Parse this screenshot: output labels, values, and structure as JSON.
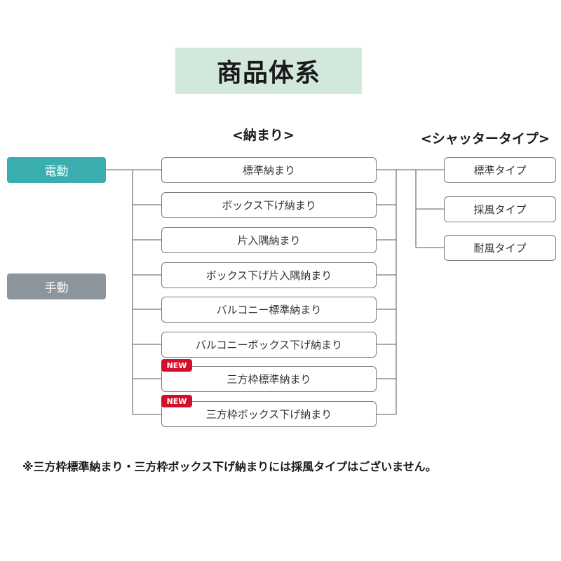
{
  "title": "商品体系",
  "headings": {
    "osamari": "<納まり>",
    "shutter_type": "<シャッタータイプ>"
  },
  "drive_types": [
    {
      "label": "電動",
      "color": "#3aaeae"
    },
    {
      "label": "手動",
      "color": "#8d959c"
    }
  ],
  "osamari_items": [
    {
      "label": "標準納まり",
      "badge": ""
    },
    {
      "label": "ボックス下げ納まり",
      "badge": ""
    },
    {
      "label": "片入隅納まり",
      "badge": ""
    },
    {
      "label": "ボックス下げ片入隅納まり",
      "badge": ""
    },
    {
      "label": "バルコニー標準納まり",
      "badge": ""
    },
    {
      "label": "バルコニーボックス下げ納まり",
      "badge": ""
    },
    {
      "label": "三方枠標準納まり",
      "badge": "NEW"
    },
    {
      "label": "三方枠ボックス下げ納まり",
      "badge": "NEW"
    }
  ],
  "shutter_types": [
    {
      "label": "標準タイプ"
    },
    {
      "label": "採風タイプ"
    },
    {
      "label": "耐風タイプ"
    }
  ],
  "badge_color": "#d3102a",
  "line_color": "#7a7a7a",
  "footnote": "※三方枠標準納まり・三方枠ボックス下げ納まりには採風タイプはございません。"
}
